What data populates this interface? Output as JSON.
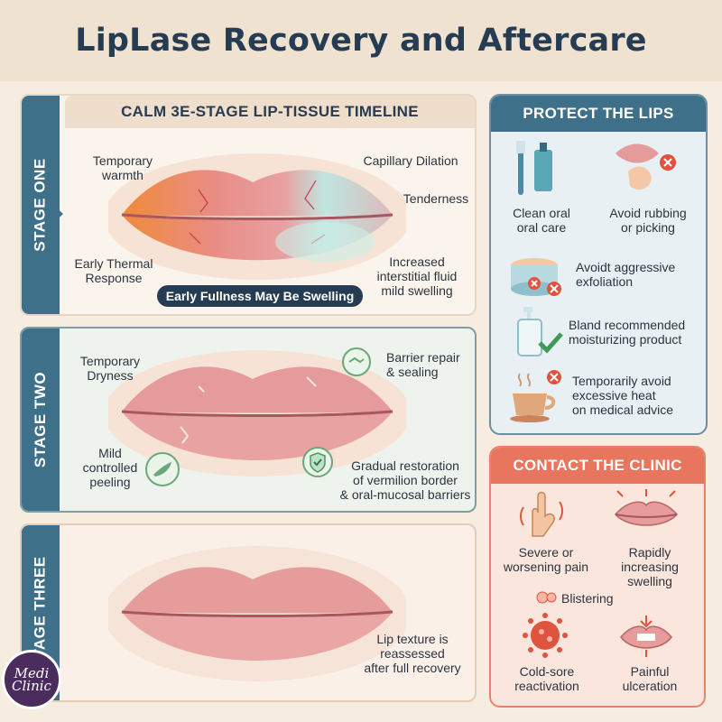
{
  "title": "LipLase Recovery and Aftercare",
  "timeline_header": "CALM 3E-STAGE LIP-TISSUE TIMELINE",
  "stages": [
    {
      "tab": "STAGE ONE",
      "labels": {
        "warmth": "Temporary\nwarmth",
        "capillary": "Capillary Dilation",
        "tenderness": "Tenderness",
        "thermal": "Early Thermal\nResponse",
        "fluid": "Increased\ninterstitial fluid\nmild swelling"
      },
      "pill": "Early Fullness May Be Swelling"
    },
    {
      "tab": "STAGE TWO",
      "labels": {
        "dryness": "Temporary\nDryness",
        "barrier": "Barrier repair\n& sealing",
        "peeling": "Mild\ncontrolled\npeeling",
        "restoration": "Gradual restoration\nof vermilion border\n& oral-mucosal barriers"
      }
    },
    {
      "tab": "STAGE THREE",
      "labels": {
        "texture": "Lip texture is\nreassessed\nafter full recovery"
      }
    }
  ],
  "protect": {
    "header": "PROTECT THE LIPS",
    "items": [
      {
        "label": "Clean oral\noral care",
        "icon": "toothbrush-icon"
      },
      {
        "label": "Avoid rubbing\nor picking",
        "icon": "hand-touch-icon"
      },
      {
        "label": "Avoidt aggressive\nexfoliation",
        "icon": "scrub-jar-icon"
      },
      {
        "label": "Bland recommended\nmoisturizing product",
        "icon": "pump-bottle-icon"
      },
      {
        "label": "Temporarily avoid\nexcessive heat\non medical advice",
        "icon": "hot-cup-icon"
      }
    ]
  },
  "contact": {
    "header": "CONTACT THE CLINIC",
    "items": [
      {
        "label": "Severe or\nworsening pain",
        "icon": "pain-hand-icon"
      },
      {
        "label": "Rapidly\nincreasing\nswelling",
        "icon": "swelling-lips-icon"
      },
      {
        "label": "Blistering",
        "icon": "blister-icon"
      },
      {
        "label": "Cold-sore\nreactivation",
        "icon": "virus-icon"
      },
      {
        "label": "Painful\nulceration",
        "icon": "ulcer-lips-icon"
      }
    ]
  },
  "logo": {
    "line1": "Medi",
    "line2": "Clinic"
  },
  "colors": {
    "navy": "#263c52",
    "teal": "#3e7189",
    "coral": "#e8755d",
    "lip": "#e59a9c",
    "background": "#f6ece0"
  }
}
